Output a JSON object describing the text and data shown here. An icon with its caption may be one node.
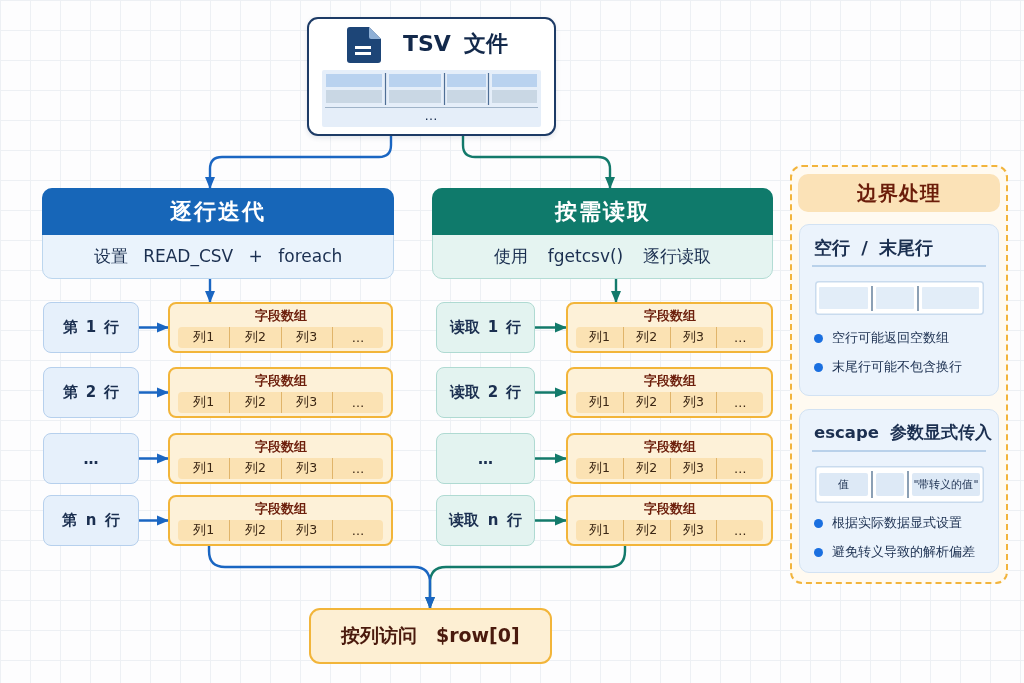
{
  "diagram": {
    "nodes": [
      {
        "text": [
          "TSV 文件",
          "…"
        ]
      },
      {
        "text": [
          "逐行迭代",
          "设置 READ_CSV + foreach"
        ]
      },
      {
        "text": [
          "按需读取",
          "使用 fgetcsv() 逐行读取"
        ]
      },
      {
        "text": [
          "第 1 行"
        ]
      },
      {
        "text": [
          "字段数组",
          "列1",
          "列2",
          "列3",
          "…"
        ]
      },
      {
        "text": [
          "读取 1 行"
        ]
      },
      {
        "text": [
          "字段数组",
          "列1",
          "列2",
          "列3",
          "…"
        ]
      },
      {
        "text": [
          "第 2 行"
        ]
      },
      {
        "text": [
          "字段数组",
          "列1",
          "列2",
          "列3",
          "…"
        ]
      },
      {
        "text": [
          "读取 2 行"
        ]
      },
      {
        "text": [
          "字段数组",
          "列1",
          "列2",
          "列3",
          "…"
        ]
      },
      {
        "text": [
          "…"
        ]
      },
      {
        "text": [
          "字段数组",
          "列1",
          "列2",
          "列3",
          "…"
        ]
      },
      {
        "text": [
          "…"
        ]
      },
      {
        "text": [
          "字段数组",
          "列1",
          "列2",
          "列3",
          "…"
        ]
      },
      {
        "text": [
          "第 n 行"
        ]
      },
      {
        "text": [
          "字段数组",
          "列1",
          "列2",
          "列3",
          "…"
        ]
      },
      {
        "text": [
          "读取 n 行"
        ]
      },
      {
        "text": [
          "字段数组",
          "列1",
          "列2",
          "列3",
          "…"
        ]
      },
      {
        "text": [
          "按列访问 $row[0]"
        ]
      },
      {
        "text": [],
        "shape": "box"
      },
      {
        "text": [
          "边界处理"
        ],
        "in": 20
      },
      {
        "text": [
          "空行 / 末尾行",
          "空行可能返回空数组",
          "末尾行可能不包含换行"
        ],
        "in": 20
      },
      {
        "text": [
          "escape 参数显式传入",
          "值",
          "\"带转义的值\"",
          "根据实际数据显式设置",
          "避免转义导致的解析偏差"
        ],
        "in": 20
      }
    ],
    "edges": [
      {
        "from": 0,
        "to": 1,
        "arrow": "to",
        "color": "#1a66c2"
      },
      {
        "from": 0,
        "to": 2,
        "arrow": "to",
        "color": "#137a6b"
      },
      {
        "from": 1,
        "to": 4,
        "arrow": "to",
        "color": "#1a66c2"
      },
      {
        "from": 2,
        "to": 6,
        "arrow": "to",
        "color": "#137a6b"
      },
      {
        "from": 3,
        "to": 4,
        "arrow": "to",
        "color": "#1a66c2"
      },
      {
        "from": 5,
        "to": 6,
        "arrow": "to",
        "color": "#137a6b"
      },
      {
        "from": 7,
        "to": 8,
        "arrow": "to",
        "color": "#1a66c2"
      },
      {
        "from": 9,
        "to": 10,
        "arrow": "to",
        "color": "#137a6b"
      },
      {
        "from": 11,
        "to": 12,
        "arrow": "to",
        "color": "#1a66c2"
      },
      {
        "from": 13,
        "to": 14,
        "arrow": "to",
        "color": "#137a6b"
      },
      {
        "from": 15,
        "to": 16,
        "arrow": "to",
        "color": "#1a66c2"
      },
      {
        "from": 17,
        "to": 18,
        "arrow": "to",
        "color": "#137a6b"
      },
      {
        "from": 16,
        "to": 19,
        "arrow": "to",
        "color": "#1a66c2"
      },
      {
        "from": 18,
        "to": 19,
        "arrow": "to",
        "color": "#137a6b"
      }
    ]
  }
}
